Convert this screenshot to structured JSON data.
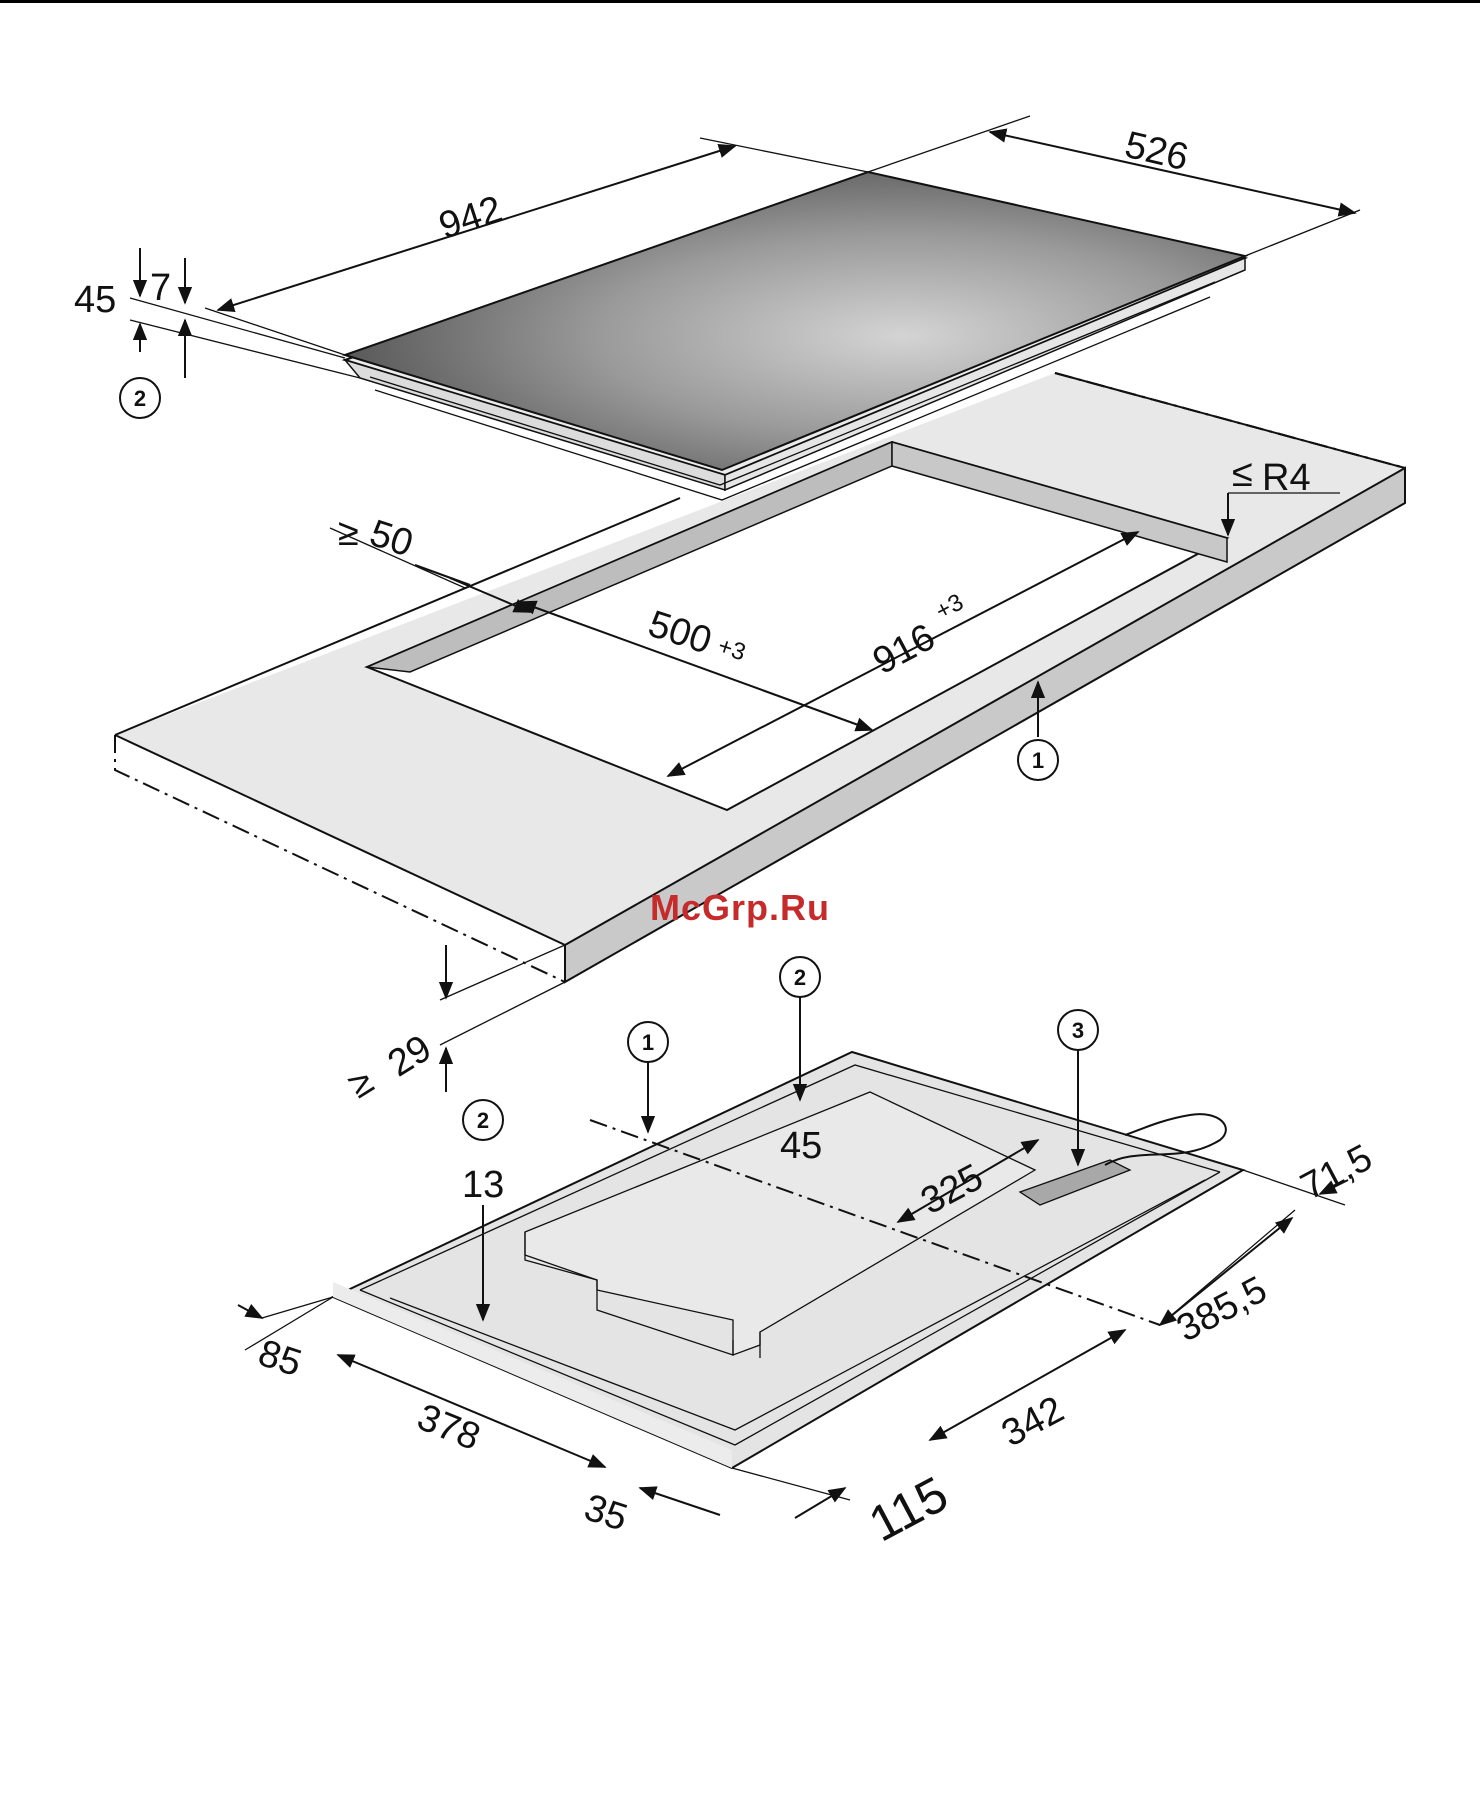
{
  "hob": {
    "length": "942",
    "depth": "526",
    "overall_height": "45",
    "glass_thickness": "7",
    "callout_2": "2"
  },
  "cutout": {
    "min_front_distance": "50",
    "min_front_prefix": "≥",
    "cutout_depth": "500",
    "cutout_depth_tolerance": "+3",
    "cutout_length": "916",
    "cutout_length_tolerance": "+3",
    "corner_radius": "R4",
    "corner_radius_prefix": "≤",
    "callout_1": "1"
  },
  "worktop": {
    "min_thickness": "29",
    "min_thickness_prefix": "≥"
  },
  "underside": {
    "callout_1": "1",
    "callout_2_left": "2",
    "callout_2_top": "2",
    "callout_3": "3",
    "depth_left": "13",
    "depth_center": "45",
    "dim_325": "325",
    "dim_71_5": "71,5",
    "dim_385_5": "385,5",
    "dim_342": "342",
    "dim_115": "115",
    "dim_35": "35",
    "dim_378": "378",
    "dim_85": "85"
  },
  "watermark": "McGrp.Ru"
}
